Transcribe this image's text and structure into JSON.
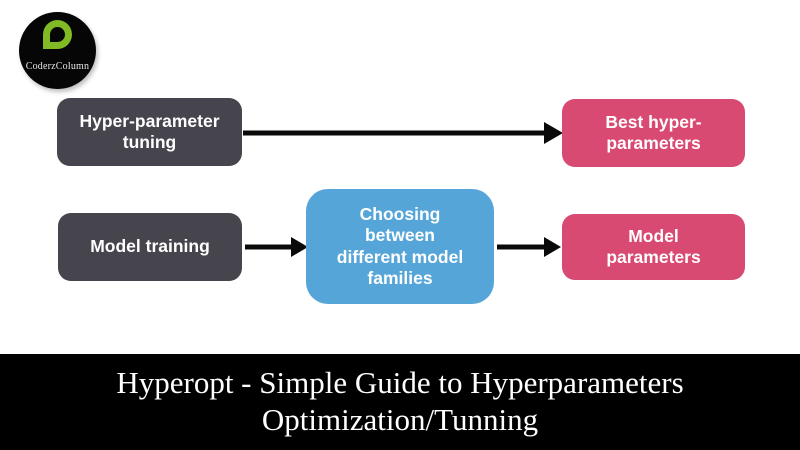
{
  "logo": {
    "brand_name": "CoderzColumn",
    "icon_name": "coderzcolumn-leaf-icon",
    "background": "#060606",
    "green": "#82ba26"
  },
  "diagram": {
    "nodes": {
      "hyper_parameter_tuning": {
        "label": "Hyper-parameter\ntuning",
        "color": "#46454e"
      },
      "best_hyper_parameters": {
        "label": "Best hyper-\nparameters",
        "color": "#d84a72"
      },
      "model_training": {
        "label": "Model training",
        "color": "#46454e"
      },
      "choosing_families": {
        "label": "Choosing\nbetween\ndifferent model\nfamilies",
        "color": "#55a5d9"
      },
      "model_parameters": {
        "label": "Model\nparameters",
        "color": "#d84a72"
      }
    },
    "edges": [
      {
        "from": "hyper_parameter_tuning",
        "to": "best_hyper_parameters"
      },
      {
        "from": "model_training",
        "to": "choosing_families"
      },
      {
        "from": "choosing_families",
        "to": "model_parameters"
      }
    ],
    "arrow_color": "#0a0a0a"
  },
  "footer": {
    "line1": "Hyperopt - Simple Guide to Hyperparameters",
    "line2": "Optimization/Tunning",
    "background": "#000000",
    "text_color": "#ffffff"
  },
  "colors": {
    "page_background": "#ffffff",
    "dark_node": "#46454e",
    "pink_node": "#d84a72",
    "blue_node": "#55a5d9"
  }
}
